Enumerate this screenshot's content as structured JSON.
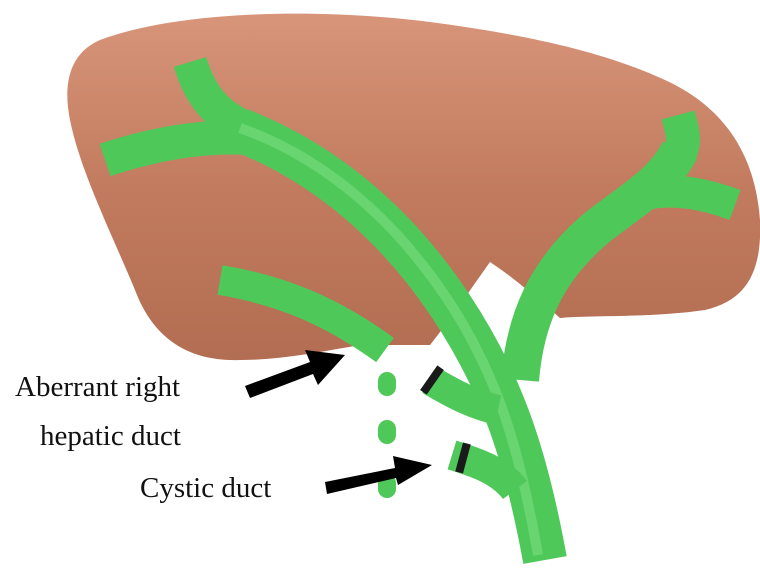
{
  "labels": {
    "aberrant_line1": "Aberrant right",
    "aberrant_line2": "hepatic duct",
    "cystic": "Cystic duct"
  },
  "colors": {
    "liver": "#c07a5c",
    "liver_highlight": "#d58f6f",
    "duct": "#4fc85a",
    "duct_light": "#7ee085",
    "duct_dark": "#3a9a45",
    "clip": "#1a1a1a",
    "arrow": "#000000",
    "text": "#111111"
  }
}
